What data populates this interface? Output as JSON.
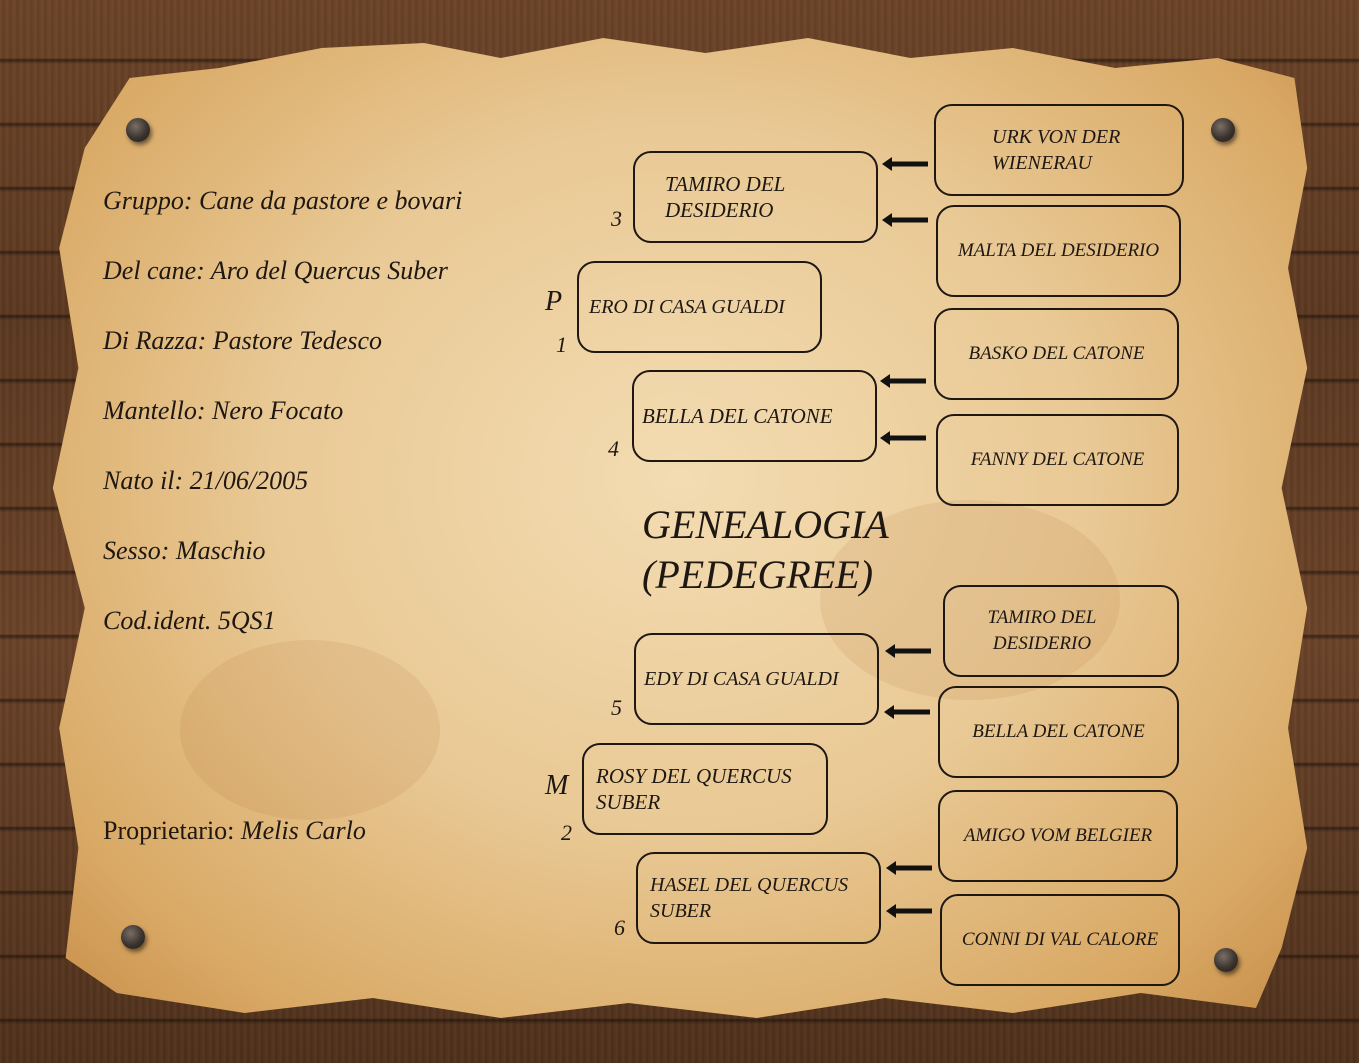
{
  "dog_info": {
    "gruppo": "Gruppo:  Cane da pastore e bovari",
    "del_cane": "Del cane:  Aro del Quercus Suber",
    "di_razza": "Di Razza: Pastore Tedesco",
    "mantello": "Mantello: Nero Focato",
    "nato_il": "Nato il: 21/06/2005",
    "sesso": "Sesso:  Maschio",
    "cod_ident": "Cod.ident. 5QS1",
    "proprietario_label": "Proprietario:",
    "proprietario_value": "Melis Carlo"
  },
  "title": {
    "line1": "GENEALOGIA",
    "line2": "(PEDEGREE)"
  },
  "labels": {
    "father": "P",
    "mother": "M"
  },
  "pedigree": {
    "father": {
      "number": "1",
      "name": "ERO DI CASA GUALDI"
    },
    "mother": {
      "number": "2",
      "name": "ROSY DEL QUERCUS SUBER"
    },
    "paternal_grandfather": {
      "number": "3",
      "name": "TAMIRO DEL DESIDERIO"
    },
    "paternal_grandmother": {
      "number": "4",
      "name": "BELLA DEL CATONE"
    },
    "maternal_grandfather": {
      "number": "5",
      "name": "EDY DI CASA GUALDI"
    },
    "maternal_grandmother": {
      "number": "6",
      "name": "HASEL DEL QUERCUS SUBER"
    },
    "great_grandparents": [
      "URK VON DER WIENERAU",
      "MALTA DEL DESIDERIO",
      "BASKO DEL CATONE",
      "FANNY DEL CATONE",
      "TAMIRO DEL DESIDERIO",
      "BELLA DEL CATONE",
      "AMIGO VOM BELGIER",
      "CONNI DI VAL CALORE"
    ]
  }
}
